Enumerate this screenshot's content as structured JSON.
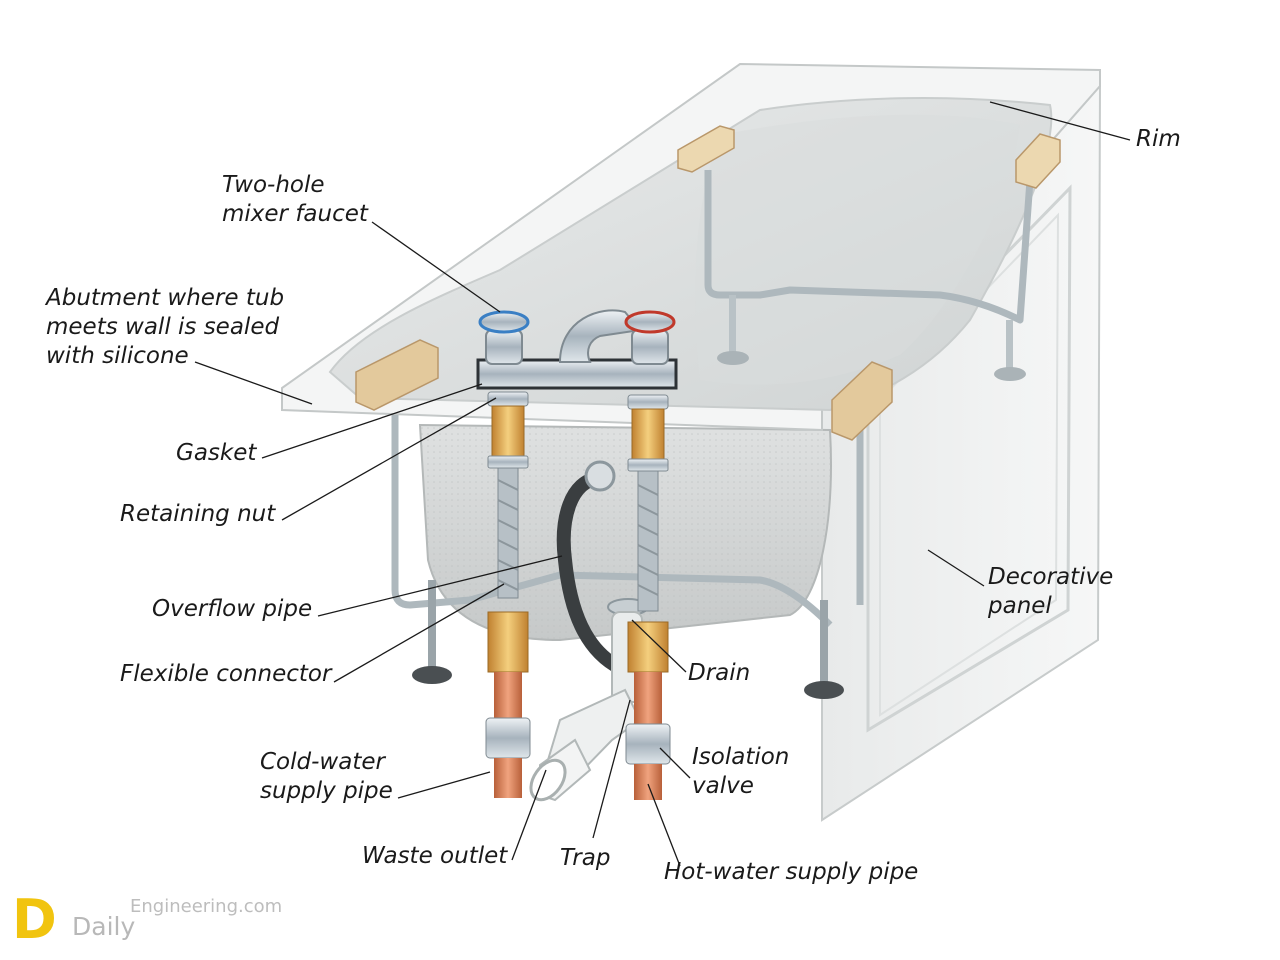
{
  "labels": {
    "rim": "Rim",
    "faucet_line1": "Two-hole",
    "faucet_line2": "mixer faucet",
    "abutment_line1": "Abutment where tub",
    "abutment_line2": "meets wall is sealed",
    "abutment_line3": "with silicone",
    "gasket": "Gasket",
    "retaining_nut": "Retaining nut",
    "overflow_pipe": "Overflow pipe",
    "flexible_connector": "Flexible connector",
    "cold_line1": "Cold-water",
    "cold_line2": "supply pipe",
    "waste_outlet": "Waste outlet",
    "trap": "Trap",
    "hot_water": "Hot-water supply pipe",
    "isolation_line1": "Isolation",
    "isolation_line2": "valve",
    "drain": "Drain",
    "panel_line1": "Decorative",
    "panel_line2": "panel"
  },
  "logo": {
    "mark": "D",
    "word_daily": "Daily",
    "word_engineering": "Engineering.com"
  },
  "colors": {
    "tub_white": "#f2f3f3",
    "wood": "#e3c99c",
    "copper": "#d07a52",
    "brass": "#d9a34a",
    "steel": "#aab4bb",
    "trap_white": "#e9ecec",
    "overflow_dark": "#3a3e40"
  }
}
